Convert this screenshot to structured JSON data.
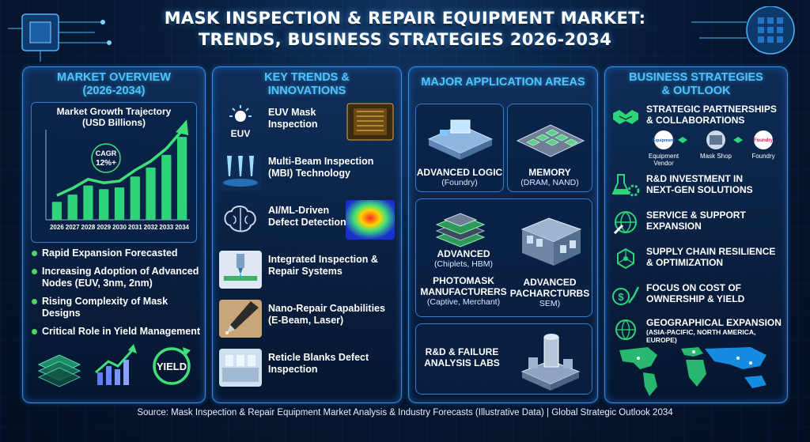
{
  "header": {
    "title_line1": "MASK INSPECTION  & REPAIR EQUIPMENT MARKET:",
    "title_line2": "TRENDS, BUSINESS STRATEGIES 2026-2034"
  },
  "market_overview": {
    "heading_line1": "MARKET OVERVIEW",
    "heading_line2": "(2026-2034)",
    "chart_title_line1": "Market Growth Trajectory",
    "chart_title_line2": "(USD Billions)",
    "cagr_line1": "CAGR",
    "cagr_line2": "12%+",
    "bullets": [
      "Rapid Expansion Forecasted",
      "Increasing Adoption of Advanced Nodes (EUV, 3nm, 2nm)",
      "Rising Complexity of Mask Designs",
      "Critical Role in Yield Management"
    ],
    "yield_icon_text": "YIELD"
  },
  "chart_data": {
    "type": "bar",
    "categories": [
      "2026",
      "2027",
      "2028",
      "2029",
      "2030",
      "2031",
      "2032",
      "2033",
      "2034"
    ],
    "values": [
      1.0,
      1.4,
      1.9,
      1.7,
      1.8,
      2.4,
      2.9,
      3.6,
      4.6
    ],
    "ylim": [
      0,
      5
    ],
    "grid": false,
    "bar_color": "#2ed47a"
  },
  "key_trends": {
    "heading_line1": "KEY TRENDS &",
    "heading_line2": "INNOVATIONS",
    "euv_icon_text": "EUV",
    "items": [
      {
        "line1": "EUV Mask",
        "line2": "Inspection"
      },
      {
        "line1": "Multi-Beam Inspection",
        "line2": "(MBI) Technology"
      },
      {
        "line1": "AI/ML-Driven",
        "line2": "Defect Detection"
      },
      {
        "line1": "Integrated Inspection &",
        "line2": "Repair Systems"
      },
      {
        "line1": "Nano-Repair Capabilities",
        "line2": "(E-Beam, Laser)"
      },
      {
        "line1": "Reticle Blanks Defect",
        "line2": "Inspection"
      }
    ]
  },
  "applications": {
    "heading": "MAJOR APPLICATION AREAS",
    "logic_title": "ADVANCED LOGIC",
    "logic_sub": "(Foundry)",
    "memory_title": "MEMORY",
    "memory_sub": "(DRAM, NAND)",
    "adv_title": "ADVANCED",
    "adv_sub": "(Chiplets, HBM)",
    "photomask_line1": "PHOTOMASK",
    "photomask_line2": "MANUFACTURERS",
    "photomask_sub": "(Captive, Merchant)",
    "pach_line1": "ADVANCED",
    "pach_line2": "PACHARCTURBS",
    "pach_sub": "SEM)",
    "rd_line1": "R&D & FAILURE",
    "rd_line2": "ANALYSIS LABS"
  },
  "strategies": {
    "heading_line1": "BUSINESS STRATEGIES",
    "heading_line2": "& OUTLOOK",
    "items": [
      {
        "line1": "STRATEGIC PARTNERSHIPS",
        "line2": "& COLLABORATIONS"
      },
      {
        "line1": "R&D INVESTMENT IN",
        "line2": "NEXT-GEN SOLUTIONS"
      },
      {
        "line1": "SERVICE & SUPPORT",
        "line2": "EXPANSION"
      },
      {
        "line1": "SUPPLY CHAIN RESILIENCE",
        "line2": "& OPTIMIZATION"
      },
      {
        "line1": "FOCUS ON COST OF",
        "line2": "OWNERSHIP & YIELD"
      },
      {
        "line1": "GEOGRAPHICAL EXPANSION",
        "line2": "(ASIA-PACIFIC, NORTH AMERICA, EUROPE)"
      }
    ],
    "partners": {
      "vendor_logo": "Equipment",
      "vendor_line1": "Equipment",
      "vendor_line2": "Vendor",
      "maskshop": "Mask Shop",
      "foundry_logo": "Foundry",
      "foundry": "Foundry"
    }
  },
  "footer": {
    "source": "Source: Mask Inspection & Repair Equipment Market Analysis & Industry Forecasts (Illustrative Data) | Global Strategic Outlook 2034"
  },
  "colors": {
    "accent": "#4fc3ff",
    "green": "#2ed47a",
    "panel_border": "#3a8fe0",
    "background": "#071a36"
  }
}
